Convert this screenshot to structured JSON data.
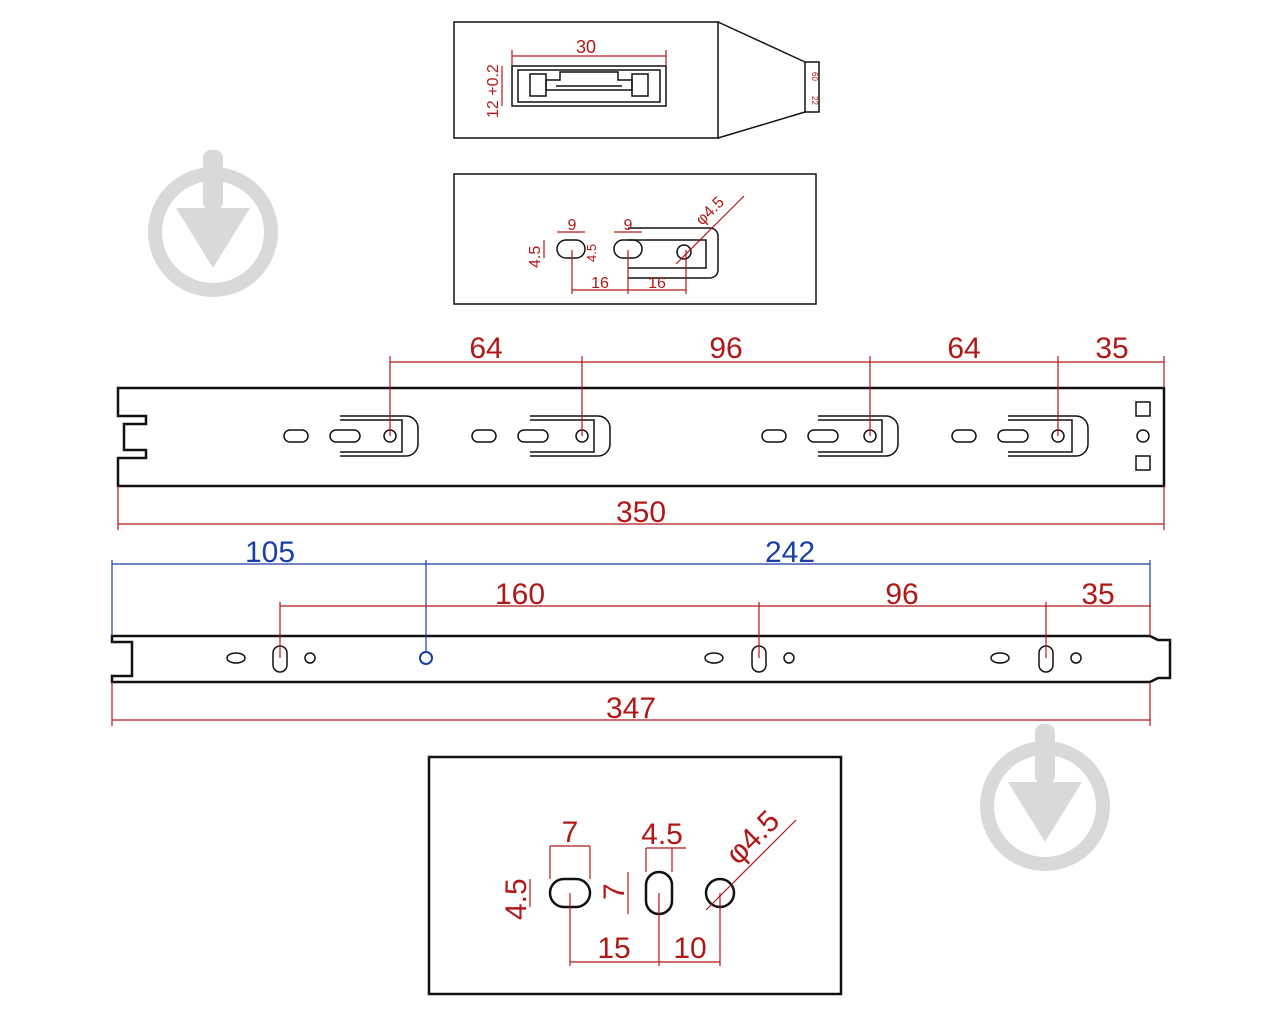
{
  "colors": {
    "dimension": "#b01818",
    "reference": "#1a3fa8",
    "outline": "#111111",
    "watermark": "#d9d9d9"
  },
  "profile_detail": {
    "width": "30",
    "height": "12 +0.2",
    "tiny_labels": [
      "60",
      "22"
    ]
  },
  "bracket_detail": {
    "slot_w1": "9",
    "slot_w2": "9",
    "slot_h": "4.5",
    "slot_h2": "4.5",
    "hole": "φ4.5",
    "pitch1": "16",
    "pitch2": "16"
  },
  "outer_rail": {
    "pitches": [
      "64",
      "96",
      "64",
      "35"
    ],
    "length": "350"
  },
  "inner_rail": {
    "ref_left": "105",
    "ref_right": "242",
    "pitches": [
      "160",
      "96",
      "35"
    ],
    "length": "347"
  },
  "hole_detail": {
    "slot_w": "7",
    "slot_h": "4.5",
    "vslot_w": "4.5",
    "vslot_h": "7",
    "hole": "φ4.5",
    "pitch1": "15",
    "pitch2": "10"
  },
  "watermark_icon": "download-arrow-icon"
}
